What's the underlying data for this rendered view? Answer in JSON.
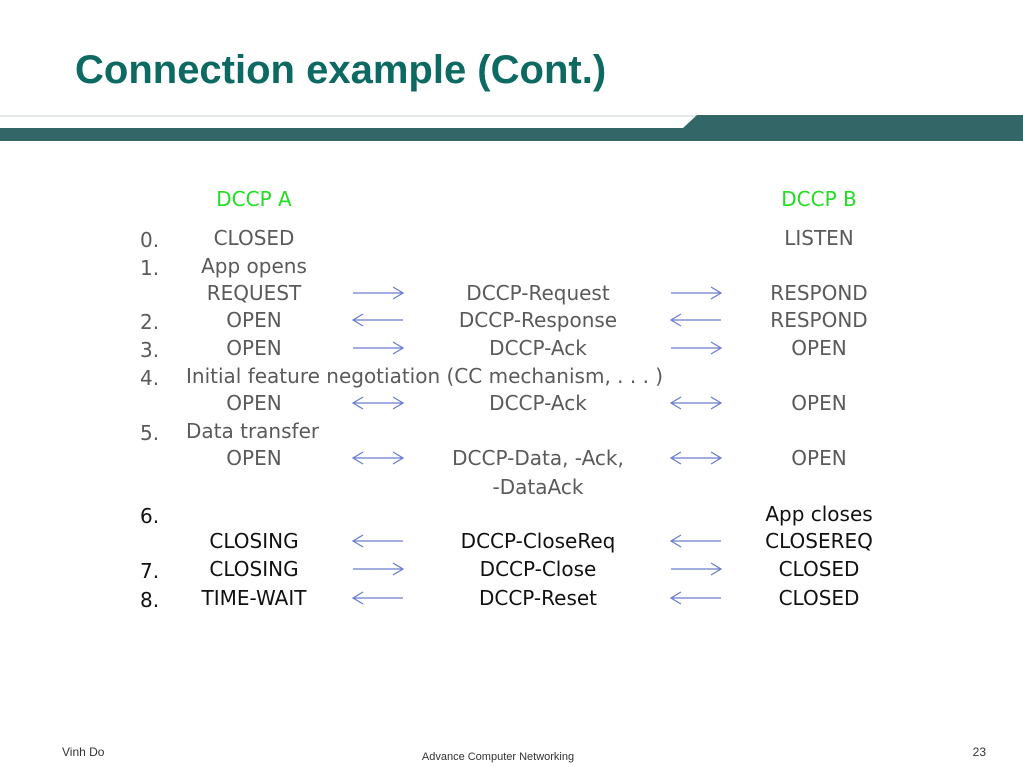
{
  "slide": {
    "title": "Connection example (Cont.)",
    "accent_color": "#0d6a62",
    "band_color": "#336666"
  },
  "diagram": {
    "header_a": "DCCP A",
    "header_b": "DCCP B",
    "rows": {
      "r0": {
        "num": "0.",
        "a": "CLOSED",
        "b": "LISTEN"
      },
      "r1": {
        "num": "1.",
        "a": "App opens"
      },
      "r1b": {
        "a": "REQUEST",
        "msg": "DCCP-Request",
        "b": "RESPOND"
      },
      "r2": {
        "num": "2.",
        "a": "OPEN",
        "msg": "DCCP-Response",
        "b": "RESPOND"
      },
      "r3": {
        "num": "3.",
        "a": "OPEN",
        "msg": "DCCP-Ack",
        "b": "OPEN"
      },
      "r4": {
        "num": "4.",
        "note": "Initial feature negotiation (CC mechanism, . . . )"
      },
      "r4b": {
        "a": "OPEN",
        "msg": "DCCP-Ack",
        "b": "OPEN"
      },
      "r5": {
        "num": "5.",
        "note": "Data transfer"
      },
      "r5b": {
        "a": "OPEN",
        "msg": "DCCP-Data, -Ack,",
        "msg2": "-DataAck",
        "b": "OPEN"
      },
      "r6": {
        "num": "6.",
        "b": "App closes"
      },
      "r6b": {
        "a": "CLOSING",
        "msg": "DCCP-CloseReq",
        "b": "CLOSEREQ"
      },
      "r7": {
        "num": "7.",
        "a": "CLOSING",
        "msg": "DCCP-Close",
        "b": "CLOSED"
      },
      "r8": {
        "num": "8.",
        "a": "TIME-WAIT",
        "msg": "DCCP-Reset",
        "b": "CLOSED"
      }
    }
  },
  "footer": {
    "author": "Vinh Do",
    "course": "Advance Computer Networking",
    "page": "23"
  }
}
